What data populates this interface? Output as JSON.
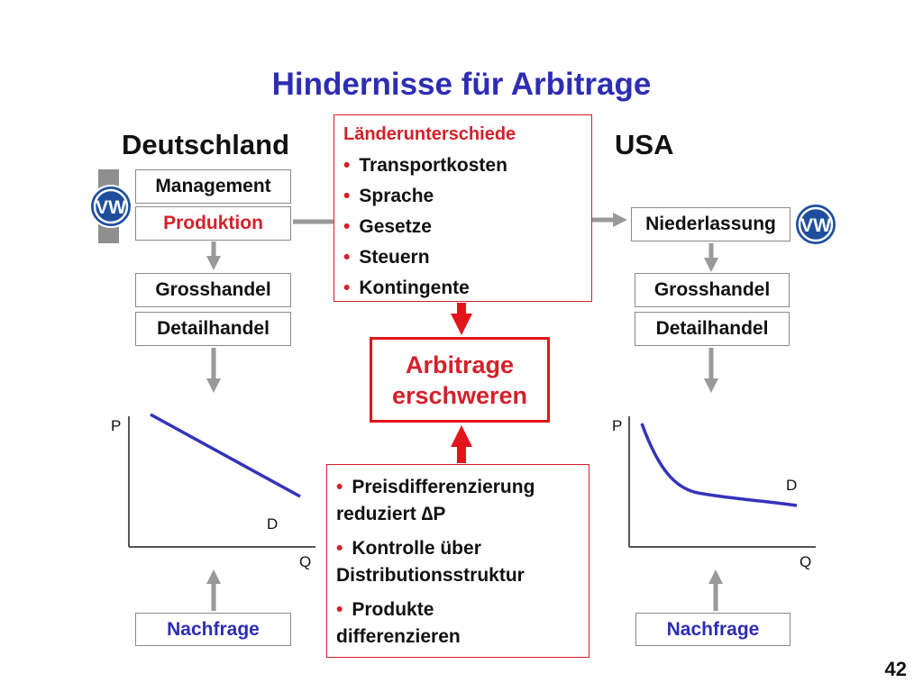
{
  "title": "Hindernisse für Arbitrage",
  "left": {
    "country": "Deutschland",
    "boxes": [
      "Management",
      "Produktion",
      "Grosshandel",
      "Detailhandel"
    ],
    "demand": "Nachfrage",
    "chart": {
      "p_label": "P",
      "q_label": "Q",
      "d_label": "D"
    }
  },
  "right": {
    "country": "USA",
    "boxes": [
      "Niederlassung",
      "Grosshandel",
      "Detailhandel"
    ],
    "demand": "Nachfrage",
    "chart": {
      "p_label": "P",
      "q_label": "Q",
      "d_label": "D"
    }
  },
  "obstacles": {
    "heading": "Länderunterschiede",
    "items": [
      "Transportkosten",
      "Sprache",
      "Gesetze",
      "Steuern",
      "Kontingente"
    ]
  },
  "center": {
    "line1": "Arbitrage",
    "line2": "erschweren"
  },
  "measures": {
    "items": [
      [
        "Preisdifferenzierung",
        "reduziert ∆P"
      ],
      [
        "Kontrolle über",
        "Distributionsstruktur"
      ],
      [
        "Produkte",
        "differenzieren"
      ]
    ]
  },
  "bullet": "•",
  "page_number": "42",
  "colors": {
    "title": "#2d2db4",
    "accent_red": "#d4202a",
    "curve_blue": "#3333bb",
    "arrow_gray": "#999999",
    "logo_blue": "#1f4f9c"
  },
  "icons": [
    "vw-logo-icon",
    "vw-logo-icon"
  ]
}
